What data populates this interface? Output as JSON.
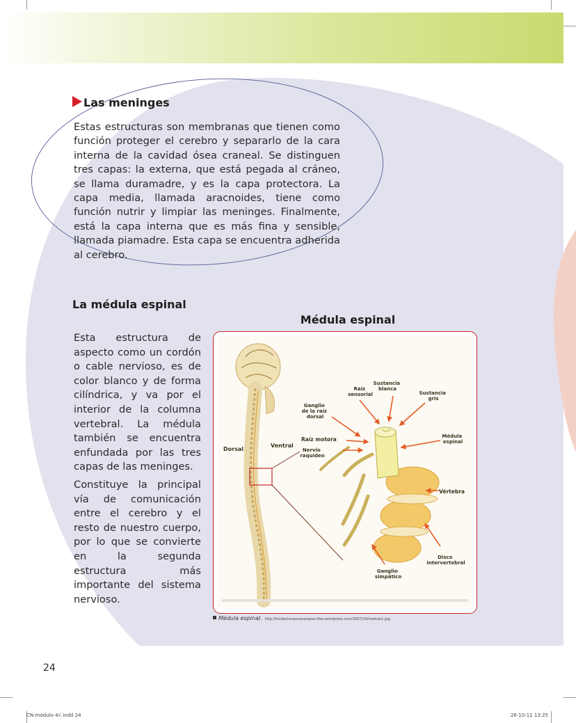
{
  "meninges": {
    "title": "Las meninges",
    "body": "Estas estructuras son membranas que tienen como función proteger el cerebro y separarlo de la cara interna de la cavidad ósea craneal. Se distinguen tres capas: la externa, que está pegada al cráneo, se llama duramadre, y es la capa protectora. La capa media, llamada aracnoides, tiene como función nutrir y limpiar las meninges. Finalmente, está la capa interna que es más fina y sensible, llamada piamadre. Esta capa se encuentra adherida al cerebro."
  },
  "medula": {
    "title": "La médula espinal",
    "p1": "Esta estructura de aspecto como un cordón o cable nervioso, es de color blanco y de forma cilíndrica, y va por el interior de la columna vertebral. La médula también se encuentra enfundada por las tres capas de las meninges.",
    "p2": "Constituye la principal vía de comunicación entre el cerebro y el resto de nuestro cuerpo, por lo que se convierte en la segunda estructura más importante del sistema nervioso."
  },
  "figure": {
    "title": "Médula espinal",
    "labels": {
      "dorsal": "Dorsal",
      "ventral": "Ventral",
      "raiz_sensorial": [
        "Raíz",
        "sensorial"
      ],
      "sustancia_blanca": [
        "Sustancia",
        "blanca"
      ],
      "sustancia_gris": [
        "Sustancia",
        "gris"
      ],
      "ganglio_raiz": [
        "Ganglio",
        "de la raíz",
        "dorsal"
      ],
      "raiz_motora": "Raíz motora",
      "nervio_raquideo": [
        "Nervio",
        "raquídeo"
      ],
      "medula_espinal": [
        "Médula",
        "espinal"
      ],
      "vertebra": "Vértebra",
      "disco": [
        "Disco",
        "intervertebral"
      ],
      "ganglio_simpatico": [
        "Ganglio",
        "simpático"
      ]
    },
    "caption": "Médula espinal.",
    "source_url": "http://fundacionannavazquez.files.wordpress.com/2007/10/medula1.jpg"
  },
  "page_number": "24",
  "slug": {
    "file": "CN-módulo 4√.indd   24",
    "datetime": "26-10-11   13:25"
  },
  "colors": {
    "accent_red": "#d61f26",
    "header_green": "#c9da6e",
    "background_lavender": "#e2e2ee"
  }
}
